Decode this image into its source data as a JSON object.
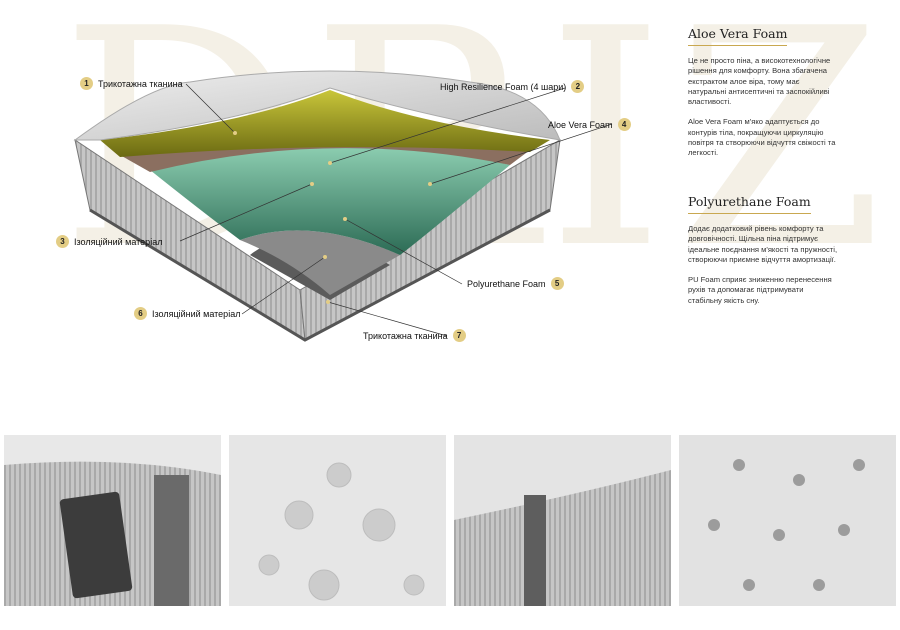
{
  "watermark": "DRIZ",
  "callouts": [
    {
      "num": "1",
      "label": "Трикотажна тканина"
    },
    {
      "num": "2",
      "label": "High Resilience Foam (4 шари)"
    },
    {
      "num": "3",
      "label": "Ізоляційний матеріал"
    },
    {
      "num": "4",
      "label": "Aloe Vera Foam"
    },
    {
      "num": "5",
      "label": "Polyurethane Foam"
    },
    {
      "num": "6",
      "label": "Ізоляційний матеріал"
    },
    {
      "num": "7",
      "label": "Трикотажна тканина"
    }
  ],
  "sections": [
    {
      "title": "Aloe Vera Foam",
      "paragraphs": [
        "Це не просто піна, а високотехнологічне рішення для комфорту. Вона збагачена екстрактом алое віра, тому має натуральні антисептичні та заспокійливі властивості.",
        "Aloe Vera Foam м'яко адаптується до контурів тіла, покращуючи циркуляцію повітря та створюючи відчуття свіжості та легкості."
      ]
    },
    {
      "title": "Polyurethane Foam",
      "paragraphs": [
        "Додає додатковий рівень комфорту та довговічності. Щільна піна підтримує ідеальне поєднання м'якості та пружності, створюючи приємне відчуття амортизації.",
        "PU Foam сприяє зниженню перенесення рухів та допомагає підтримувати стабільну якість сну."
      ]
    }
  ],
  "photos": [
    {
      "icon": "mattress-label-closeup-icon"
    },
    {
      "icon": "quilted-pattern-closeup-icon"
    },
    {
      "icon": "mattress-side-panel-icon"
    },
    {
      "icon": "tufted-top-closeup-icon"
    }
  ],
  "colors": {
    "accent": "#e3cd85",
    "aloe": "#3f8f72",
    "hr_foam": "#bdbd2a",
    "fabric": "#d8d8d8"
  }
}
